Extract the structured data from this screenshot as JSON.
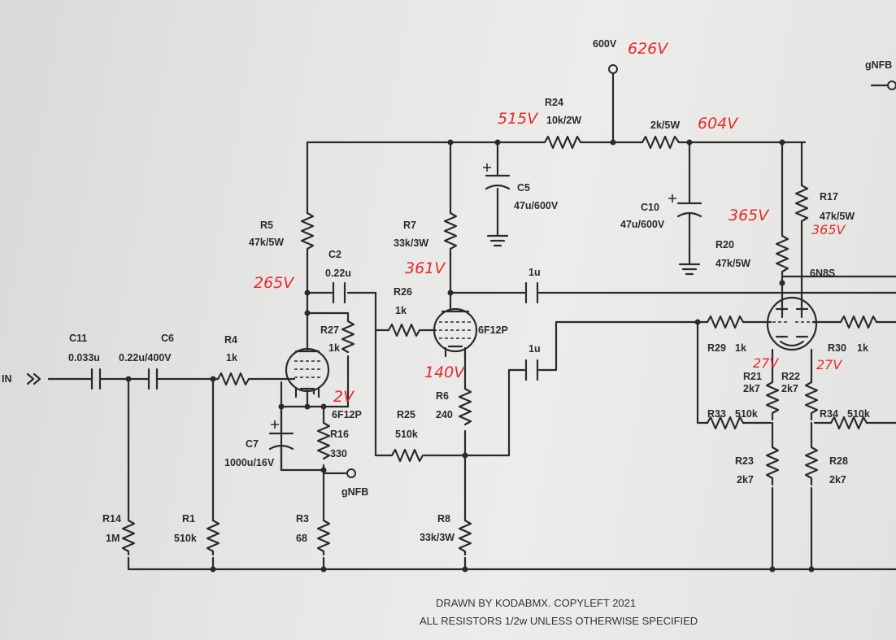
{
  "labels": {
    "c11": "C11",
    "c11_val": "0.033u",
    "c6": "C6",
    "c6_val": "0.22u/400V",
    "r4": "R4",
    "r4_val": "1k",
    "r5": "R5",
    "r5_val": "47k/5W",
    "c2": "C2",
    "c2_val": "0.22u",
    "r27": "R27",
    "r27_val": "1k",
    "v1_type": "6F12P",
    "r16": "R16",
    "r16_val": "330",
    "c7": "C7",
    "c7_val": "1000u/16V",
    "gnfb_local": "gNFB",
    "r3": "R3",
    "r3_val": "68",
    "r14": "R14",
    "r14_val": "1M",
    "r1": "R1",
    "r1_val": "510k",
    "r7": "R7",
    "r7_val": "33k/3W",
    "r26": "R26",
    "r26_val": "1k",
    "v2_type": "6F12P",
    "r25": "R25",
    "r25_val": "510k",
    "r6": "R6",
    "r6_val": "240",
    "r8": "R8",
    "r8_val": "33k/3W",
    "r24": "R24",
    "r24_val": "10k/2W",
    "c5": "C5",
    "c5_val": "47u/600V",
    "b_plus": "600V",
    "r_2k": "2k/5W",
    "c10": "C10",
    "c10_val": "47u/600V",
    "cap1": "1u",
    "cap2": "1u",
    "r20": "R20",
    "r20_val": "47k/5W",
    "r17": "R17",
    "r17_val": "47k/5W",
    "v3_type": "6N8S",
    "r29": "R29",
    "r29_val": "1k",
    "r30": "R30",
    "r30_val": "1k",
    "r21": "R21",
    "r21_val": "2k7",
    "r22": "R22",
    "r22_val": "2k7",
    "r33": "R33",
    "r33_val": "510k",
    "r34": "R34",
    "r34_val": "510k",
    "r23": "R23",
    "r23_val": "2k7",
    "r28": "R28",
    "r28_val": "2k7",
    "gnfb_out": "gNFB",
    "input": "IN"
  },
  "handwritten": {
    "b_plus": "626V",
    "r24_node": "515V",
    "r17_supply": "604V",
    "v1_plate": "265V",
    "v2_plate": "361V",
    "r20_node": "365V",
    "r17_node": "365V",
    "v1_cathode": "2V",
    "v2_cathode": "140V",
    "v3_cathode_left": "27V",
    "v3_cathode_right": "27V"
  },
  "footer": {
    "line1": "DRAWN BY KODABMX. COPYLEFT 2021",
    "line2": "ALL RESISTORS 1/2w UNLESS OTHERWISE SPECIFIED"
  }
}
